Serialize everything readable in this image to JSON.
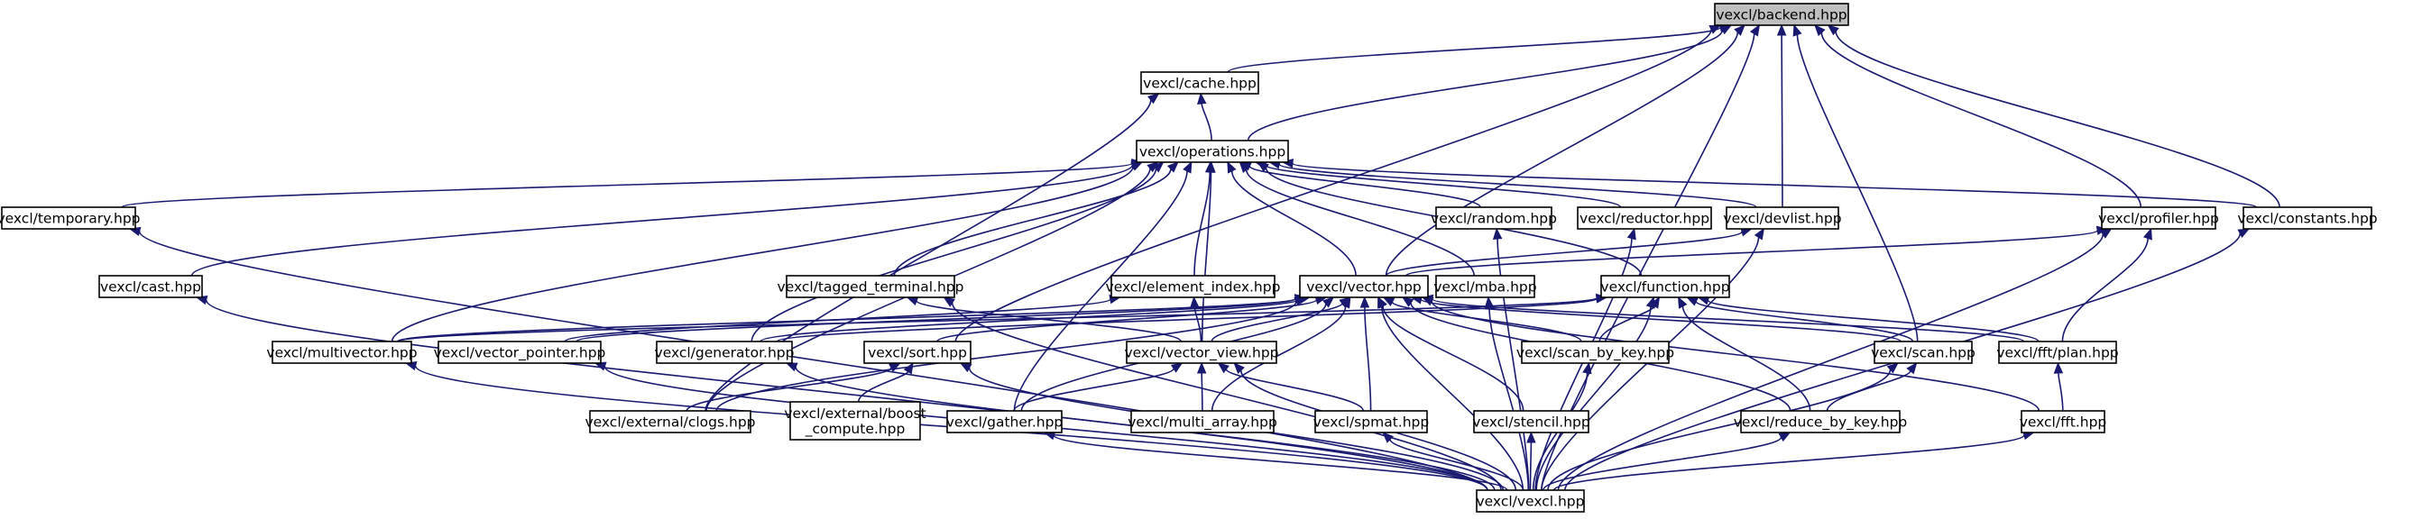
{
  "graph": {
    "root": "n0",
    "nodes": [
      {
        "id": "n0",
        "label": "vexcl/backend.hpp",
        "root": true
      },
      {
        "id": "n1",
        "label": "vexcl/cache.hpp"
      },
      {
        "id": "n2",
        "label": "vexcl/operations.hpp"
      },
      {
        "id": "n3",
        "label": "vexcl/temporary.hpp"
      },
      {
        "id": "n4",
        "label": "vexcl/random.hpp"
      },
      {
        "id": "n5",
        "label": "vexcl/reductor.hpp"
      },
      {
        "id": "n6",
        "label": "vexcl/devlist.hpp"
      },
      {
        "id": "n7",
        "label": "vexcl/profiler.hpp"
      },
      {
        "id": "n8",
        "label": "vexcl/constants.hpp"
      },
      {
        "id": "n9",
        "label": "vexcl/cast.hpp"
      },
      {
        "id": "n10",
        "label": "vexcl/tagged_terminal.hpp"
      },
      {
        "id": "n11",
        "label": "vexcl/element_index.hpp"
      },
      {
        "id": "n12",
        "label": "vexcl/vector.hpp"
      },
      {
        "id": "n13",
        "label": "vexcl/mba.hpp"
      },
      {
        "id": "n14",
        "label": "vexcl/function.hpp"
      },
      {
        "id": "n15",
        "label": "vexcl/multivector.hpp"
      },
      {
        "id": "n16",
        "label": "vexcl/vector_pointer.hpp"
      },
      {
        "id": "n17",
        "label": "vexcl/generator.hpp"
      },
      {
        "id": "n18",
        "label": "vexcl/sort.hpp"
      },
      {
        "id": "n19",
        "label": "vexcl/vector_view.hpp"
      },
      {
        "id": "n20",
        "label": "vexcl/scan_by_key.hpp"
      },
      {
        "id": "n21",
        "label": "vexcl/scan.hpp"
      },
      {
        "id": "n22",
        "label": "vexcl/fft/plan.hpp"
      },
      {
        "id": "n23",
        "label": "vexcl/external/clogs.hpp"
      },
      {
        "id": "n24",
        "label": [
          "vexcl/external/boost",
          "_compute.hpp"
        ]
      },
      {
        "id": "n25",
        "label": "vexcl/gather.hpp"
      },
      {
        "id": "n26",
        "label": "vexcl/multi_array.hpp"
      },
      {
        "id": "n27",
        "label": "vexcl/spmat.hpp"
      },
      {
        "id": "n28",
        "label": "vexcl/stencil.hpp"
      },
      {
        "id": "n29",
        "label": "vexcl/reduce_by_key.hpp"
      },
      {
        "id": "n30",
        "label": "vexcl/fft.hpp"
      },
      {
        "id": "n31",
        "label": "vexcl/vexcl.hpp"
      }
    ],
    "edges": [
      [
        "n1",
        "n0"
      ],
      [
        "n2",
        "n0"
      ],
      [
        "n6",
        "n0"
      ],
      [
        "n7",
        "n0"
      ],
      [
        "n8",
        "n0"
      ],
      [
        "n12",
        "n0"
      ],
      [
        "n18",
        "n0"
      ],
      [
        "n21",
        "n0"
      ],
      [
        "n31",
        "n0"
      ],
      [
        "n2",
        "n1"
      ],
      [
        "n23",
        "n1"
      ],
      [
        "n3",
        "n2"
      ],
      [
        "n4",
        "n2"
      ],
      [
        "n5",
        "n2"
      ],
      [
        "n6",
        "n2"
      ],
      [
        "n8",
        "n2"
      ],
      [
        "n9",
        "n2"
      ],
      [
        "n10",
        "n2"
      ],
      [
        "n11",
        "n2"
      ],
      [
        "n12",
        "n2"
      ],
      [
        "n13",
        "n2"
      ],
      [
        "n14",
        "n2"
      ],
      [
        "n15",
        "n2"
      ],
      [
        "n17",
        "n2"
      ],
      [
        "n19",
        "n2"
      ],
      [
        "n23",
        "n2"
      ],
      [
        "n25",
        "n2"
      ],
      [
        "n31",
        "n3"
      ],
      [
        "n31",
        "n4"
      ],
      [
        "n31",
        "n5"
      ],
      [
        "n12",
        "n6"
      ],
      [
        "n31",
        "n6"
      ],
      [
        "n12",
        "n7"
      ],
      [
        "n22",
        "n7"
      ],
      [
        "n31",
        "n7"
      ],
      [
        "n31",
        "n8"
      ],
      [
        "n31",
        "n9"
      ],
      [
        "n19",
        "n10"
      ],
      [
        "n31",
        "n10"
      ],
      [
        "n19",
        "n11"
      ],
      [
        "n16",
        "n11"
      ],
      [
        "n15",
        "n12"
      ],
      [
        "n16",
        "n12"
      ],
      [
        "n17",
        "n12"
      ],
      [
        "n18",
        "n12"
      ],
      [
        "n19",
        "n12"
      ],
      [
        "n20",
        "n12"
      ],
      [
        "n21",
        "n12"
      ],
      [
        "n22",
        "n12"
      ],
      [
        "n23",
        "n12"
      ],
      [
        "n25",
        "n12"
      ],
      [
        "n26",
        "n12"
      ],
      [
        "n27",
        "n12"
      ],
      [
        "n28",
        "n12"
      ],
      [
        "n29",
        "n12"
      ],
      [
        "n30",
        "n12"
      ],
      [
        "n31",
        "n12"
      ],
      [
        "n31",
        "n13"
      ],
      [
        "n20",
        "n14"
      ],
      [
        "n21",
        "n14"
      ],
      [
        "n29",
        "n14"
      ],
      [
        "n22",
        "n14"
      ],
      [
        "n31",
        "n14"
      ],
      [
        "n15",
        "n14"
      ],
      [
        "n17",
        "n14"
      ],
      [
        "n31",
        "n15"
      ],
      [
        "n31",
        "n16"
      ],
      [
        "n31",
        "n17"
      ],
      [
        "n23",
        "n18"
      ],
      [
        "n24",
        "n18"
      ],
      [
        "n31",
        "n18"
      ],
      [
        "n25",
        "n19"
      ],
      [
        "n26",
        "n19"
      ],
      [
        "n27",
        "n19"
      ],
      [
        "n31",
        "n19"
      ],
      [
        "n31",
        "n20"
      ],
      [
        "n29",
        "n21"
      ],
      [
        "n31",
        "n21"
      ],
      [
        "n30",
        "n22"
      ],
      [
        "n31",
        "n25"
      ],
      [
        "n31",
        "n27"
      ],
      [
        "n31",
        "n28"
      ],
      [
        "n31",
        "n29"
      ],
      [
        "n31",
        "n30"
      ]
    ]
  }
}
